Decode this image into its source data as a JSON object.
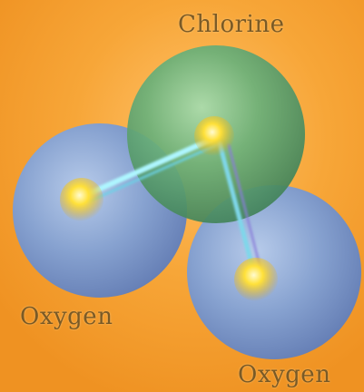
{
  "labels": {
    "chlorine": "Chlorine",
    "oxygen_left": "Oxygen",
    "oxygen_right": "Oxygen"
  },
  "colors": {
    "background": "#f39a2a",
    "chlorine_atom": "#5aa86a",
    "oxygen_atom": "#7f9ccc",
    "nucleus": "#ffd21a",
    "bond": "#8ff0ff",
    "label_text": "#7a5a26"
  }
}
